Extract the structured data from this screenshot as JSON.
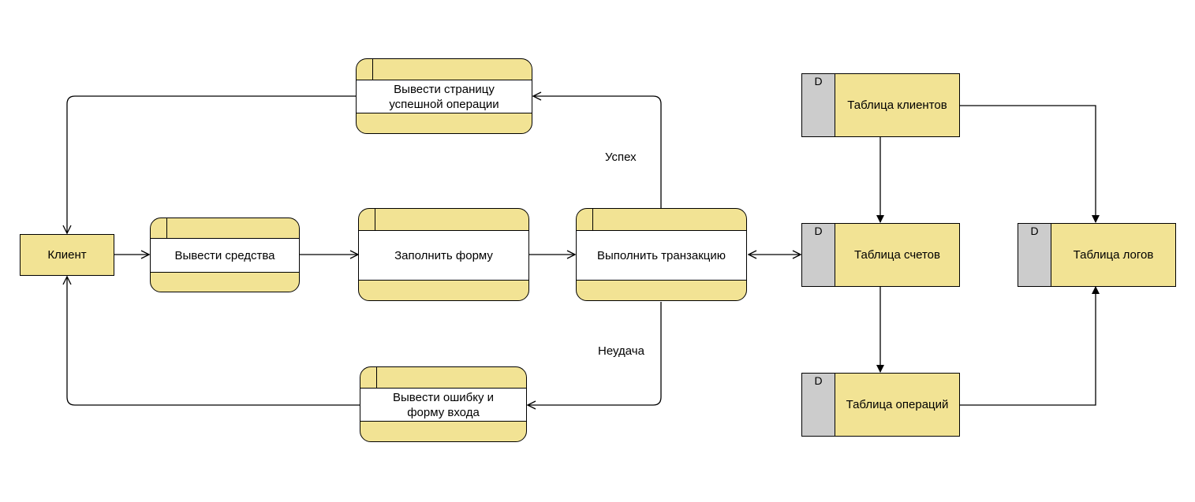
{
  "entities": {
    "client": "Клиент"
  },
  "processes": {
    "withdraw": "Вывести средства",
    "fill_form": "Заполнить форму",
    "transaction": "Выполнить транзакцию",
    "success_page_line1": "Вывести страницу",
    "success_page_line2": "успешной операции",
    "error_page_line1": "Вывести ошибку и",
    "error_page_line2": "форму входа"
  },
  "stores": {
    "id_label": "D",
    "clients": "Таблица клиентов",
    "accounts": "Таблица счетов",
    "logs": "Таблица логов",
    "operations": "Таблица операций"
  },
  "flows": {
    "success": "Успех",
    "failure": "Неудача"
  },
  "colors": {
    "fill": "#f2e394",
    "store_id_fill": "#cccccc",
    "stroke": "#000000"
  }
}
